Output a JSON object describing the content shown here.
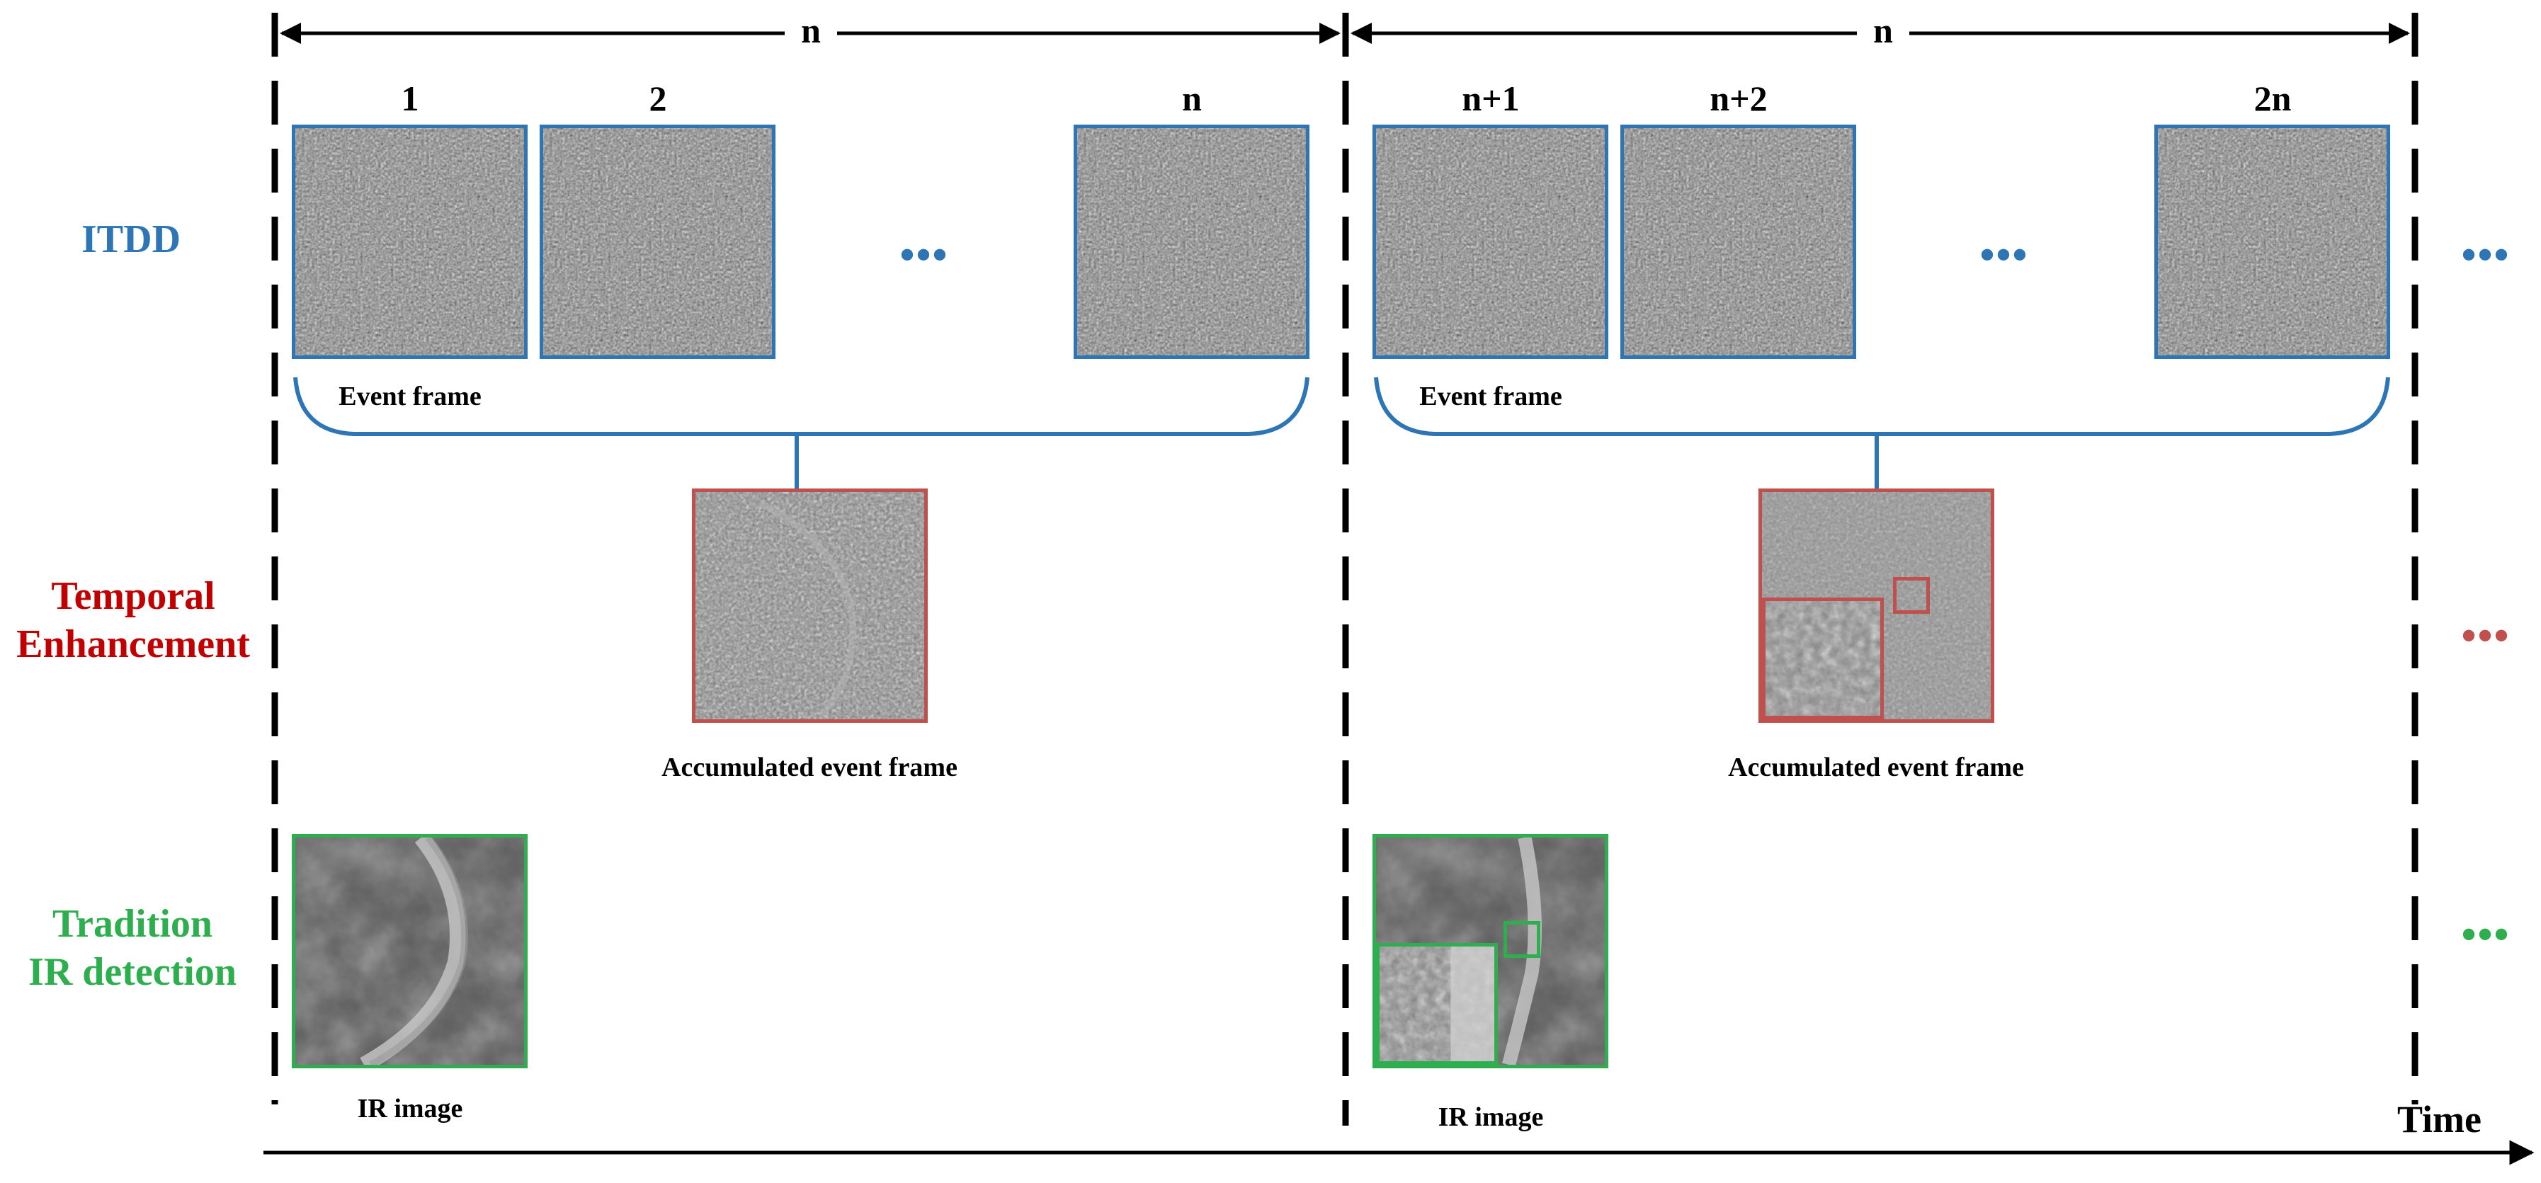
{
  "period": {
    "left_label": "n",
    "right_label": "n"
  },
  "rows": {
    "itdd": {
      "label": "ITDD",
      "color": "#2E75B6"
    },
    "temporal": {
      "line1": "Temporal",
      "line2": "Enhancement",
      "color": "#C00000"
    },
    "tradition": {
      "line1": "Tradition",
      "line2": "IR detection",
      "color": "#2EAE4E"
    }
  },
  "group1": {
    "frame_labels": [
      "1",
      "2",
      "n"
    ],
    "event_frame_caption": "Event frame",
    "accumulated_caption": "Accumulated event frame",
    "ir_caption": "IR image"
  },
  "group2": {
    "frame_labels": [
      "n+1",
      "n+2",
      "2n"
    ],
    "event_frame_caption": "Event frame",
    "accumulated_caption": "Accumulated event frame",
    "ir_caption": "IR image"
  },
  "ellipsis": "•••",
  "time_label": "Time",
  "colors": {
    "blue": "#2E75B6",
    "red": "#C0504D",
    "green": "#2EAE4E",
    "black": "#000000"
  }
}
